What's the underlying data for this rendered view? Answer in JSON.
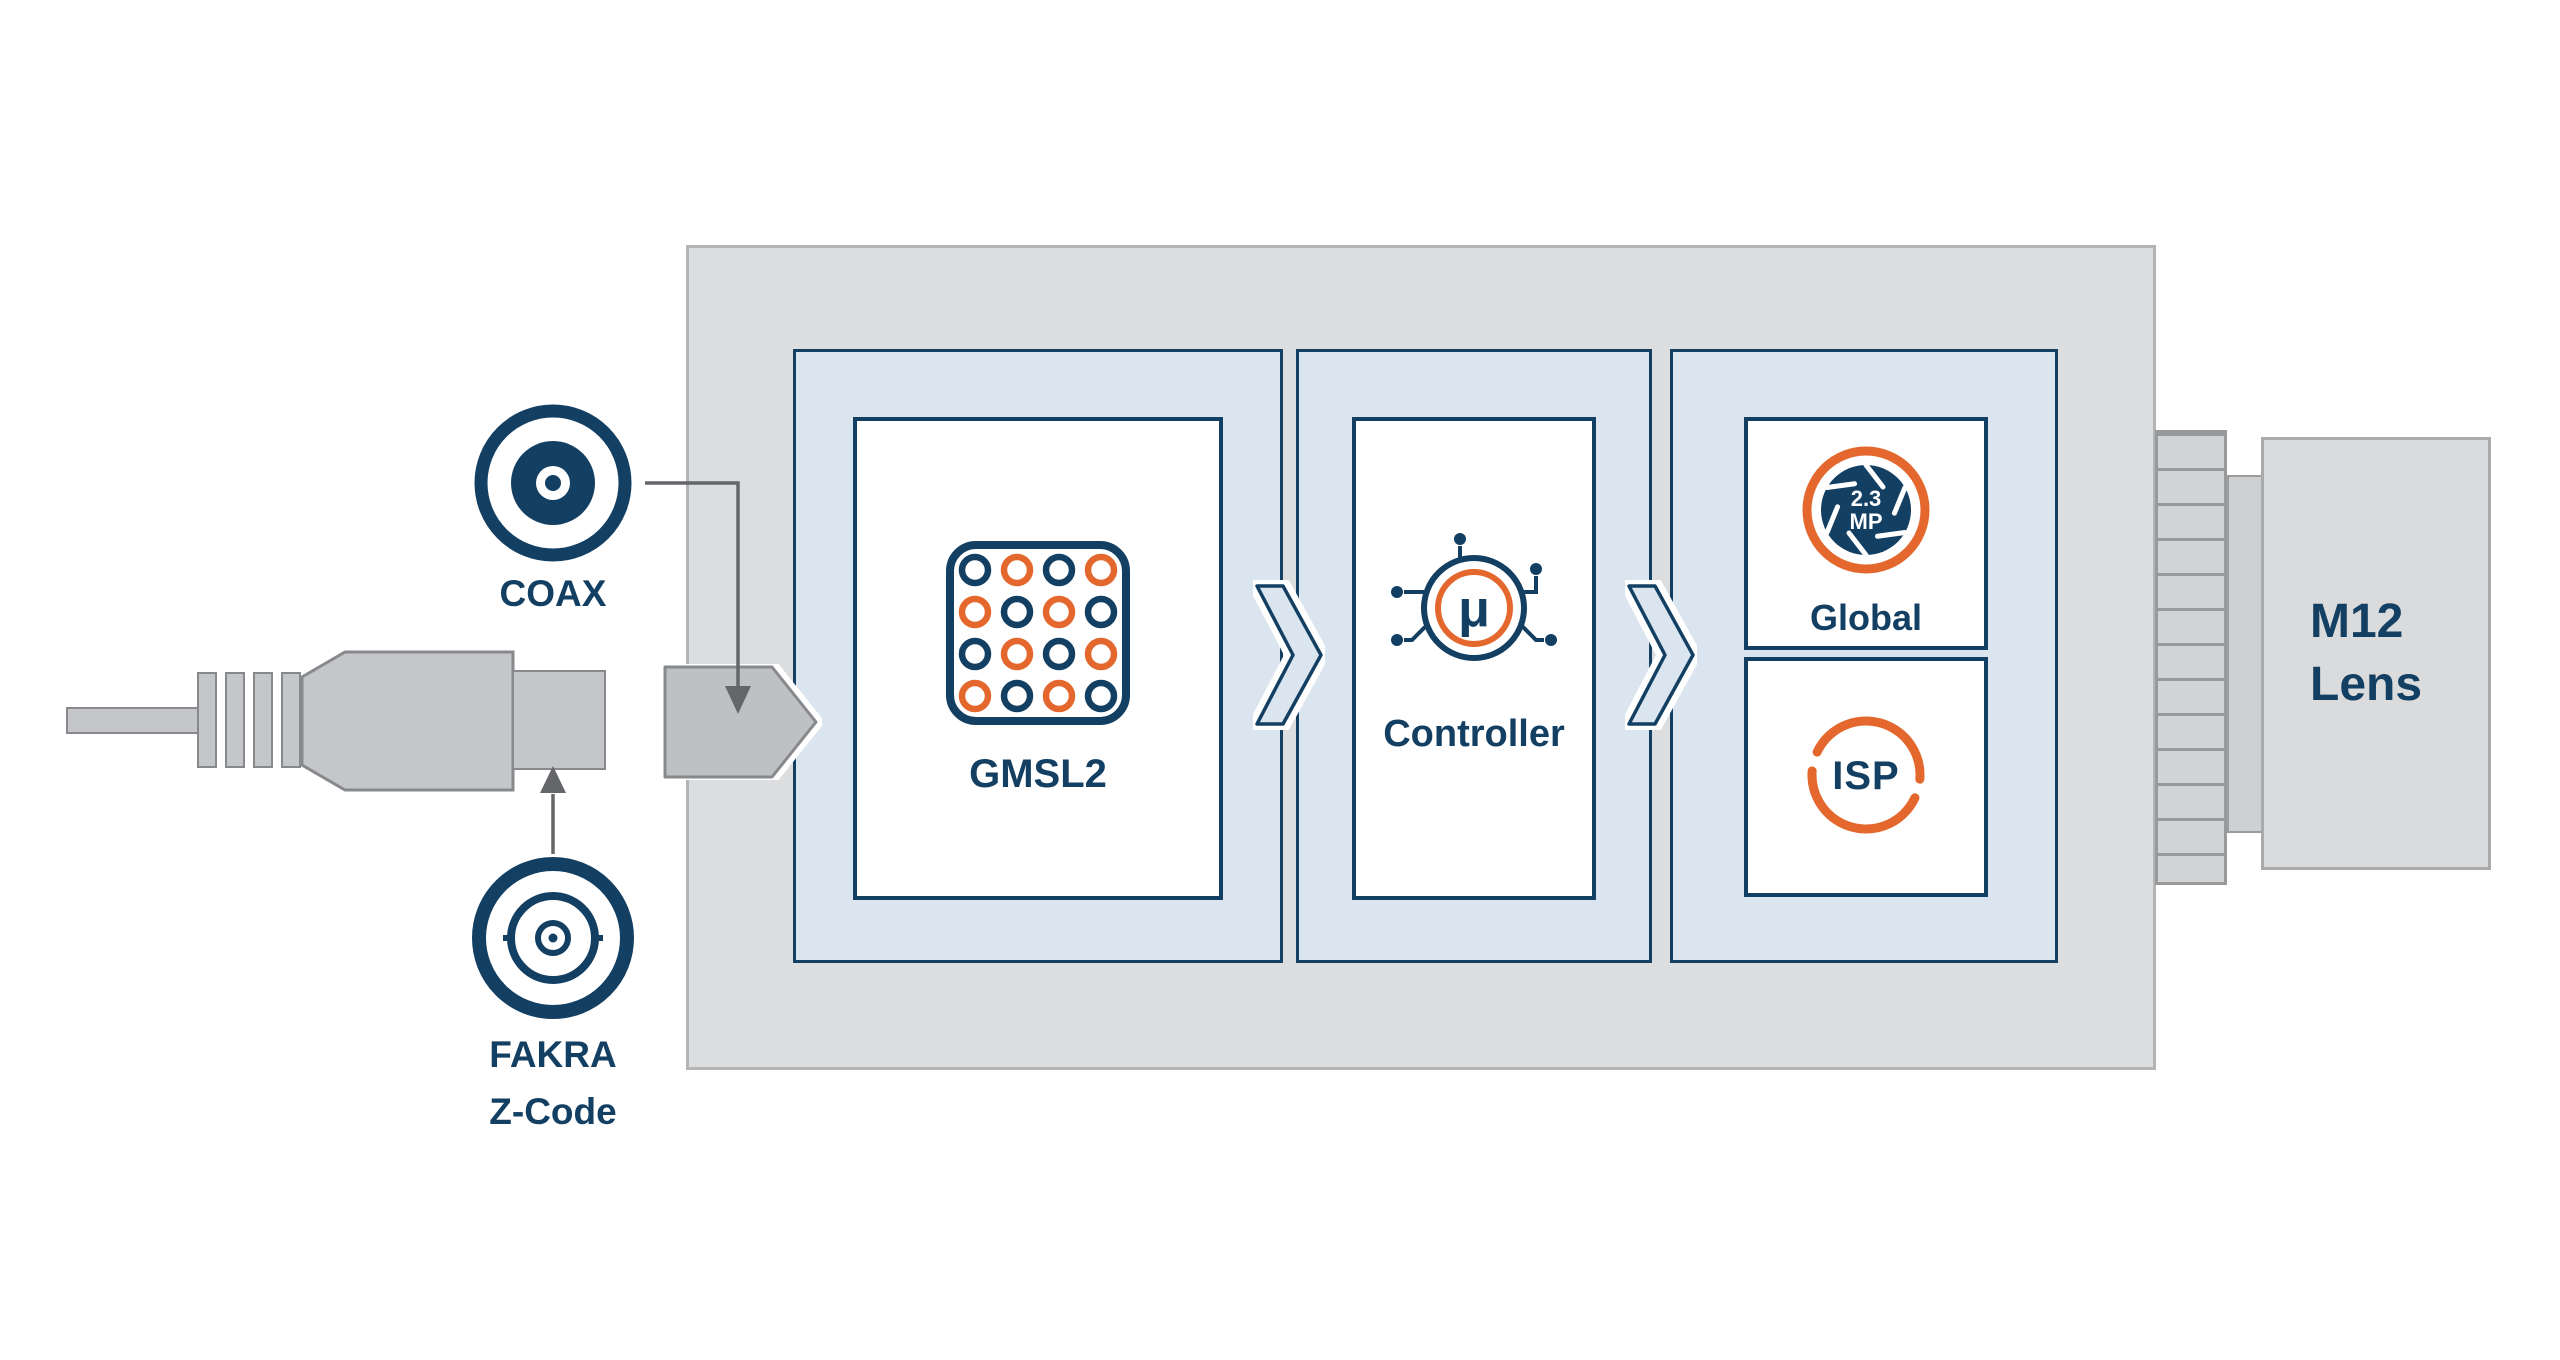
{
  "colors": {
    "navy": "#133f63",
    "orange": "#e4672d",
    "housing_fill": "#dcddde",
    "module_fill": "#dbe5f0",
    "metal_gray": "#c5c6c8"
  },
  "left_connectors": {
    "coax": "COAX",
    "fakra_line1": "FAKRA",
    "fakra_line2": "Z-Code"
  },
  "modules": {
    "serializer": "GMSL2",
    "controller": "Controller",
    "controller_symbol": "μ",
    "sensor_badge_line1": "2.3",
    "sensor_badge_line2": "MP",
    "sensor": "Global",
    "isp": "ISP"
  },
  "lens": {
    "line1": "M12",
    "line2": "Lens"
  }
}
